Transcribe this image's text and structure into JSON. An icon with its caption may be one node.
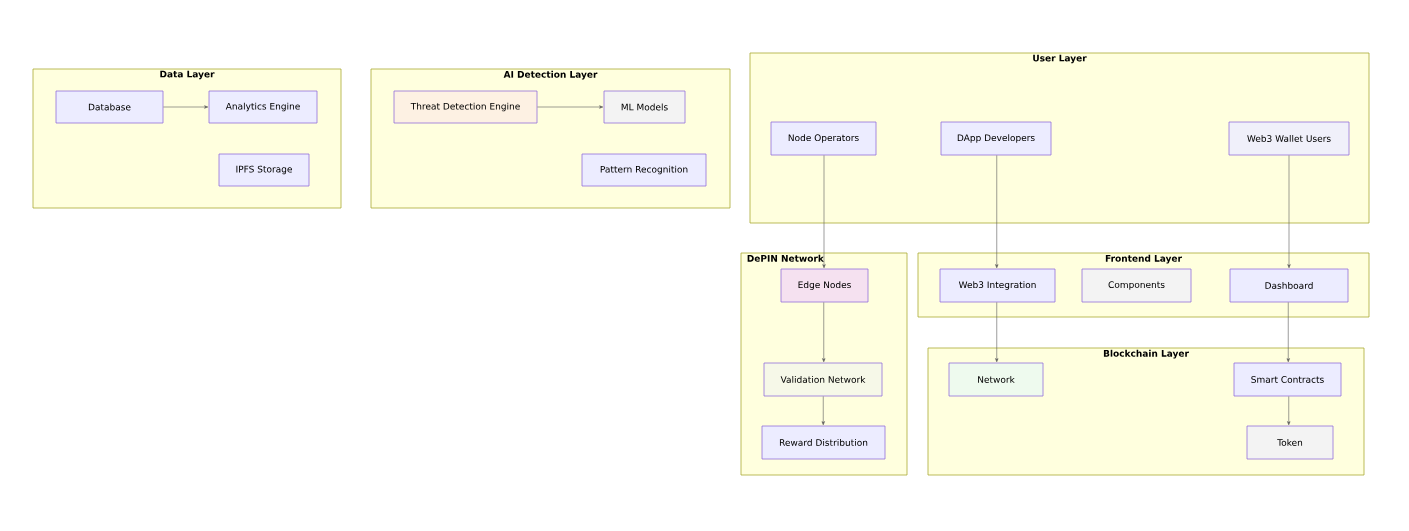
{
  "diagram": {
    "nodes": [
      {
        "text": [
          "Data Layer"
        ]
      },
      {
        "text": [
          "Database"
        ],
        "in": 0
      },
      {
        "text": [
          "Analytics Engine"
        ],
        "in": 0
      },
      {
        "text": [
          "IPFS Storage"
        ],
        "in": 0
      },
      {
        "text": [
          "AI Detection Layer"
        ]
      },
      {
        "text": [
          "Threat Detection Engine"
        ],
        "in": 4
      },
      {
        "text": [
          "ML Models"
        ],
        "in": 4
      },
      {
        "text": [
          "Pattern Recognition"
        ],
        "in": 4
      },
      {
        "text": [
          "User Layer"
        ]
      },
      {
        "text": [
          "Node Operators"
        ],
        "in": 8
      },
      {
        "text": [
          "DApp Developers"
        ],
        "in": 8
      },
      {
        "text": [
          "Web3 Wallet Users"
        ],
        "in": 8
      },
      {
        "text": [
          "DePIN Network"
        ]
      },
      {
        "text": [
          "Edge Nodes"
        ],
        "in": 12
      },
      {
        "text": [
          "Validation Network"
        ],
        "in": 12
      },
      {
        "text": [
          "Reward Distribution"
        ],
        "in": 12
      },
      {
        "text": [
          "Frontend Layer"
        ]
      },
      {
        "text": [
          "Web3 Integration"
        ],
        "in": 16
      },
      {
        "text": [
          "Components"
        ],
        "in": 16
      },
      {
        "text": [
          "Dashboard"
        ],
        "in": 16
      },
      {
        "text": [
          "Blockchain Layer"
        ]
      },
      {
        "text": [
          "Network"
        ],
        "in": 20
      },
      {
        "text": [
          "Smart Contracts"
        ],
        "in": 20
      },
      {
        "text": [
          "Token"
        ],
        "in": 20
      }
    ],
    "edges": [
      {
        "from": 1,
        "to": 2,
        "arrow": "to"
      },
      {
        "from": 5,
        "to": 6,
        "arrow": "to"
      },
      {
        "from": 9,
        "to": 13,
        "arrow": "to"
      },
      {
        "from": 10,
        "to": 17,
        "arrow": "to"
      },
      {
        "from": 11,
        "to": 19,
        "arrow": "to"
      },
      {
        "from": 13,
        "to": 14,
        "arrow": "to"
      },
      {
        "from": 14,
        "to": 15,
        "arrow": "to"
      },
      {
        "from": 17,
        "to": 21,
        "arrow": "to"
      },
      {
        "from": 19,
        "to": 22,
        "arrow": "to"
      },
      {
        "from": 22,
        "to": 23,
        "arrow": "to"
      }
    ]
  }
}
